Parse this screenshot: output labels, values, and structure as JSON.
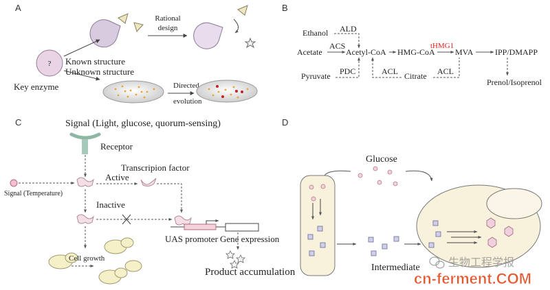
{
  "panel_a": {
    "label": "A",
    "enzyme_symbol": "?",
    "key_enzyme": "Key enzyme",
    "known_structure": "Known structure",
    "unknown_structure": "Unknown structure",
    "rational_design": [
      "Rational",
      "design"
    ],
    "directed_evolution": [
      "Directed",
      "evolution"
    ]
  },
  "panel_b": {
    "label": "B",
    "ethanol": "Ethanol",
    "ald": "ALD",
    "acetate": "Acetate",
    "acs": "ACS",
    "acetyl_coa": "Acetyl-CoA",
    "hmg_coa": "HMG-CoA",
    "thmg1": "tHMG1",
    "mva": "MVA",
    "ipp_dmapp": "IPP/DMAPP",
    "pyruvate": "Pyruvate",
    "pdc": "PDC",
    "acl_left": "ACL",
    "citrate": "Citrate",
    "acl_right": "ACL",
    "prenol": "Prenol/Isoprenol",
    "highlight_color": "#e02020"
  },
  "panel_c": {
    "label": "C",
    "signal_title": "Signal (Light, glucose, quorum-sensing)",
    "receptor": "Receptor",
    "transcription_factor": "Transcripion factor",
    "active": "Active",
    "signal_temperature": "Signal (Temperature)",
    "inactive": "Inactive",
    "uas_promoter": "UAS promoter",
    "gene_expression": "Gene expression",
    "cell_growth": "Cell growth",
    "product_accumulation": "Product accumulation"
  },
  "panel_d": {
    "label": "D",
    "glucose": "Glucose",
    "intermediate": "Intermediate"
  },
  "watermark": {
    "wechat_text": "生物工程学报",
    "site": "cn-ferment.COM",
    "site_color": "#e4572e"
  }
}
